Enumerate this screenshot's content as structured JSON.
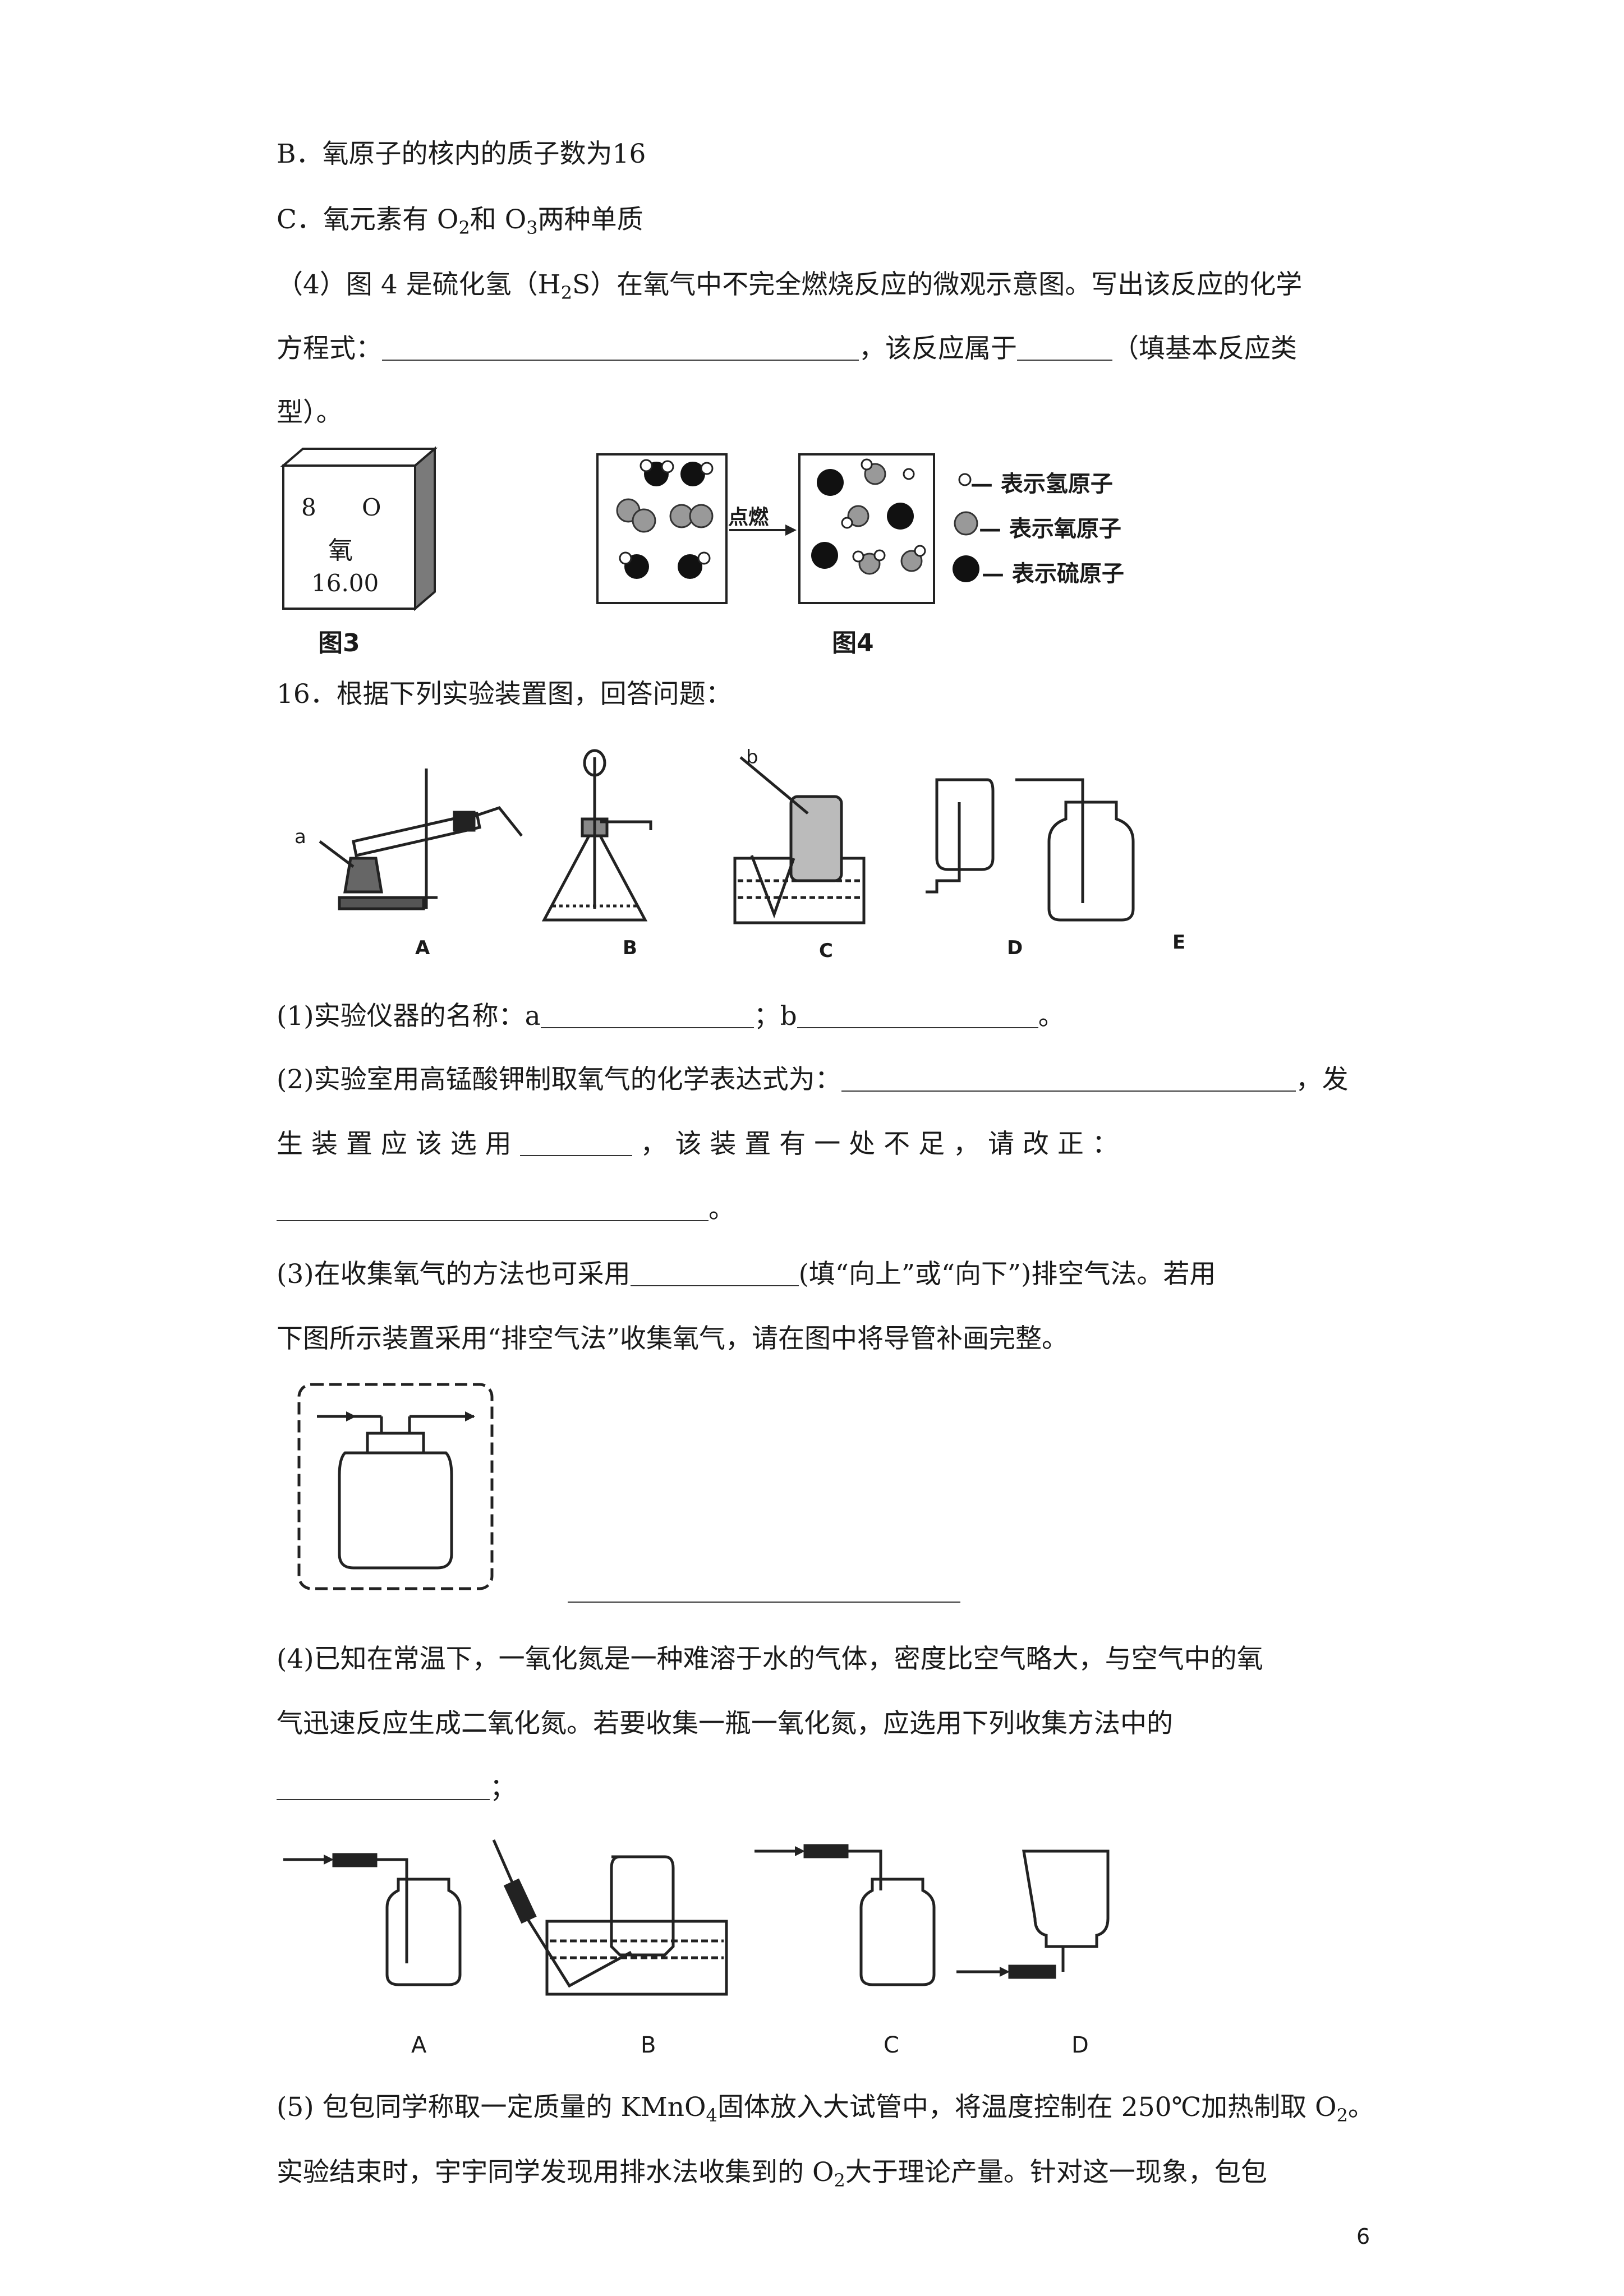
{
  "opt_b": "B．氧原子的核内的质子数为16",
  "opt_c": {
    "a": "C．氧元素有 O",
    "b": "和 O",
    "c": "两种单质",
    "s1": "2",
    "s2": "3"
  },
  "q4": {
    "a": "（4）图 4 是硫化氢（H",
    "s": "2",
    "b": "S）在氧气中不完全燃烧反应的微观示意图。写出该反应的化学"
  },
  "q4_l2": {
    "a": "方程式：",
    "b": "，该反应属于",
    "c": "（填基本反应类"
  },
  "q4_l3": "型）。",
  "fig3": {
    "num": "8",
    "sym": "O",
    "name": "氧",
    "mass": "16.00",
    "caption": "图3"
  },
  "fig4": {
    "arrow": "点燃",
    "caption": "图4",
    "legend": [
      "○ — 表示氢原子",
      "◉ — 表示氧原子",
      "● — 表示硫原子"
    ]
  },
  "q16": "16．根据下列实验装置图，回答问题：",
  "app_labels": {
    "A": "A",
    "B": "B",
    "C": "C",
    "D": "D",
    "E": "E",
    "a": "a",
    "b": "b"
  },
  "s1": {
    "a": "(1)实验仪器的名称：a",
    "b": "；b",
    "c": "。"
  },
  "s2": {
    "a": "(2)实验室用高锰酸钾制取氧气的化学表达式为：",
    "b": "，发"
  },
  "s2_l2": {
    "a": "生 装 置 应 该 选 用",
    "b": "， 该 装 置 有 一 处 不 足 ， 请 改 正 ："
  },
  "s2_l3": "。",
  "s3": {
    "a": "(3)在收集氧气的方法也可采用",
    "b": "(填“向上”或“向下”)排空气法。若用"
  },
  "s3_l2": "下图所示装置采用“排空气法”收集氧气，请在图中将导管补画完整。",
  "s4_l1": "(4)已知在常温下，一氧化氮是一种难溶于水的气体，密度比空气略大，与空气中的氧",
  "s4_l2": "气迅速反应生成二氧化氮。若要收集一瓶一氧化氮，应选用下列收集方法中的",
  "s4_l3": "；",
  "col_labels": {
    "A": "A",
    "B": "B",
    "C": "C",
    "D": "D"
  },
  "s5_l1": {
    "a": "(5) 包包同学称取一定质量的 KMnO",
    "s1": "4",
    "b": "固体放入大试管中，将温度控制在 250℃加热制取 O",
    "s2": "2",
    "c": "。"
  },
  "s5_l2": {
    "a": "实验结束时，宇宇同学发现用排水法收集到的 O",
    "s": "2",
    "b": "大于理论产量。针对这一现象，包包"
  },
  "page_number": "6"
}
